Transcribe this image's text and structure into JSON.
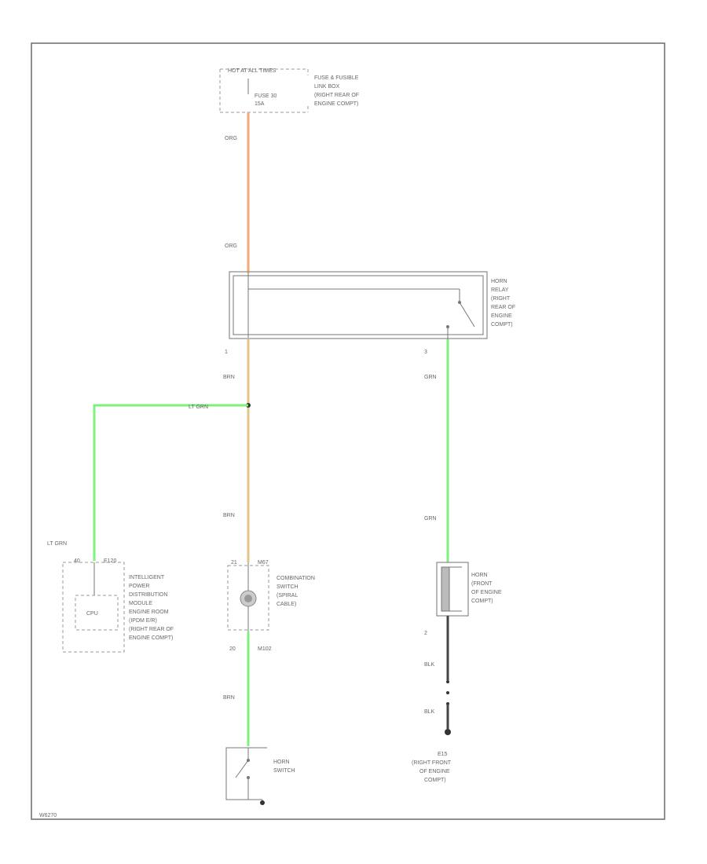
{
  "diagram": {
    "fuse_header": "HOT AT ALL TIMES",
    "fuse_label": "FUSE 30",
    "fuse_rating": "15A",
    "fuse_box_lines": [
      "FUSE & FUSIBLE",
      "LINK BOX",
      "(RIGHT REAR OF",
      "ENGINE COMPT)"
    ],
    "relay_lines": [
      "HORN",
      "RELAY",
      "(RIGHT",
      "REAR OF",
      "ENGINE",
      "COMPT)"
    ],
    "ipdm_connector": "40",
    "ipdm_connector_id": "E120",
    "ipdm_lines": [
      "INTELLIGENT",
      "POWER",
      "DISTRIBUTION",
      "MODULE",
      "ENGINE ROOM",
      "(IPDM E/R)",
      "(RIGHT REAR OF",
      "ENGINE COMPT)"
    ],
    "cpu_label": "CPU",
    "combo_connector_pin": "21",
    "combo_connector_id": "M67",
    "combo_lines": [
      "COMBINATION",
      "SWITCH",
      "(SPIRAL",
      "CABLE)"
    ],
    "combo_bottom_pin": "20",
    "combo_bottom_id": "M102",
    "horn_lines": [
      "HORN",
      "(FRONT",
      "OF ENGINE",
      "COMPT)"
    ],
    "horn_switch_lines": [
      "HORN",
      "SWITCH"
    ],
    "ground_id": "E15",
    "ground_lines": [
      "(RIGHT FRONT",
      "OF ENGINE",
      "COMPT)"
    ],
    "relay_pin_1": "1",
    "relay_pin_3": "3",
    "horn_pin_2": "2",
    "wire_org_top": "ORG",
    "wire_org_mid": "ORG",
    "wire_brn_1": "BRN",
    "wire_brn_2": "BRN",
    "wire_brn_3": "BRN",
    "wire_ltgrn_1": "LT GRN",
    "wire_ltgrn_2": "LT GRN",
    "wire_grn_1": "GRN",
    "wire_grn_2": "GRN",
    "wire_blk_1": "BLK",
    "wire_blk_2": "BLK",
    "footer_code": "W6270"
  },
  "colors": {
    "orange_wire": "#f5a77a",
    "tan_wire": "#e2c48a",
    "green_wire": "#7ef07e",
    "black_wire": "#444444"
  }
}
